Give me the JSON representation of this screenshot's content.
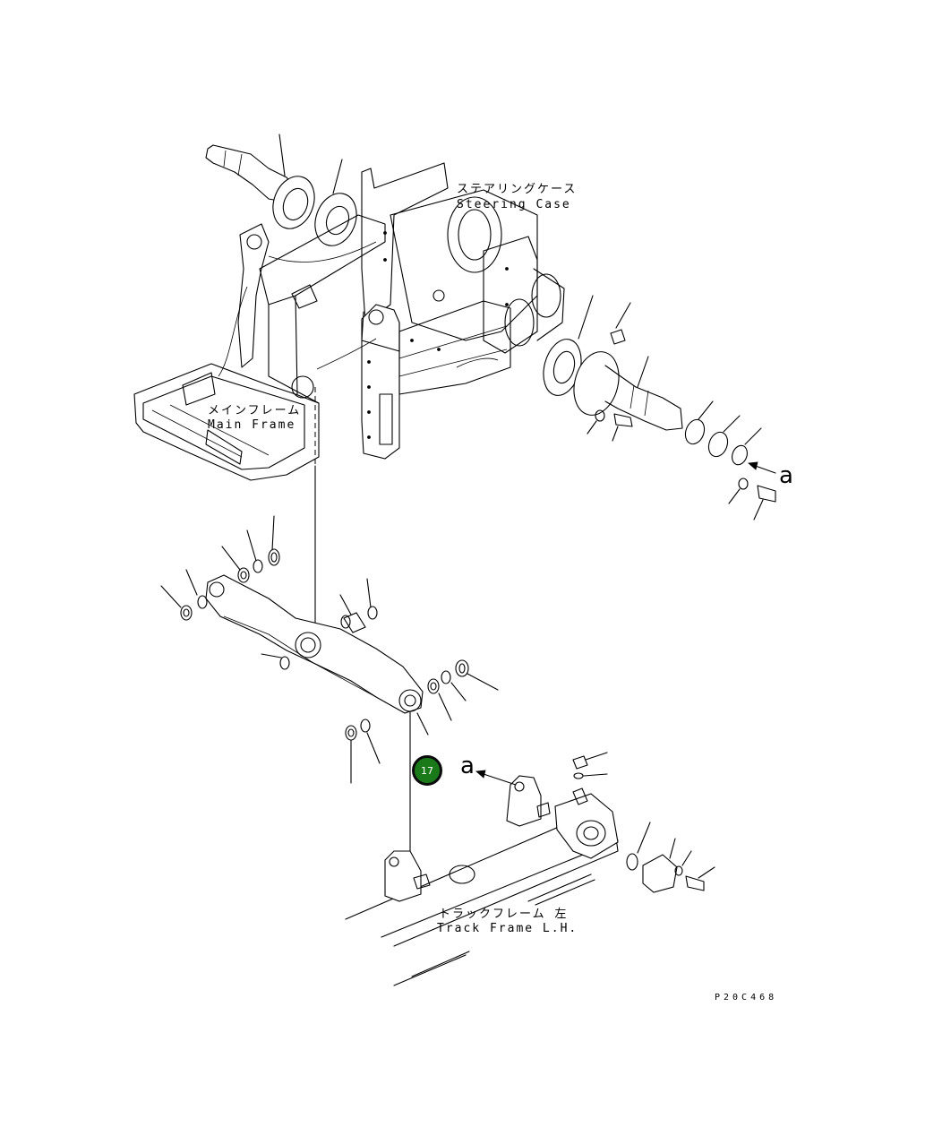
{
  "labels": {
    "steering_case_jp": "ステアリングケース",
    "steering_case_en": "Steering Case",
    "main_frame_jp": "メインフレーム",
    "main_frame_en": "Main Frame",
    "track_frame_jp": "トラックフレーム 左",
    "track_frame_en": "Track Frame L.H."
  },
  "arrow_marks": {
    "upper": "a",
    "lower": "a"
  },
  "callouts": [
    {
      "number": "17",
      "color": "#1a7a1a"
    }
  ],
  "drawing_code": "P20C468"
}
